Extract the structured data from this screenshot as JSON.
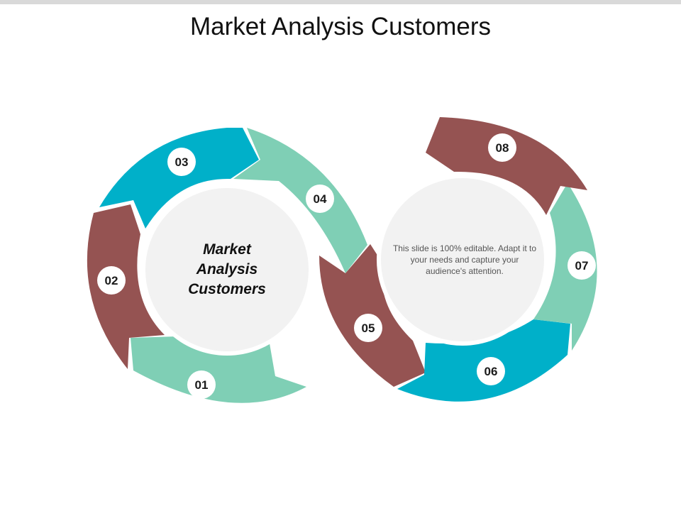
{
  "title": "Market Analysis Customers",
  "left_circle": {
    "lines": [
      "Market",
      "Analysis",
      "Customers"
    ]
  },
  "right_circle": {
    "text": "This slide is 100% editable. Adapt it to your needs and capture your audience's attention."
  },
  "segments": [
    {
      "label": "01",
      "color": "#7fcfb5"
    },
    {
      "label": "02",
      "color": "#955352"
    },
    {
      "label": "03",
      "color": "#00b0c9"
    },
    {
      "label": "04",
      "color": "#7fcfb5"
    },
    {
      "label": "05",
      "color": "#955352"
    },
    {
      "label": "06",
      "color": "#00b0c9"
    },
    {
      "label": "07",
      "color": "#7fcfb5"
    },
    {
      "label": "08",
      "color": "#955352"
    }
  ],
  "inner_circle_color": "#f2f2f2"
}
